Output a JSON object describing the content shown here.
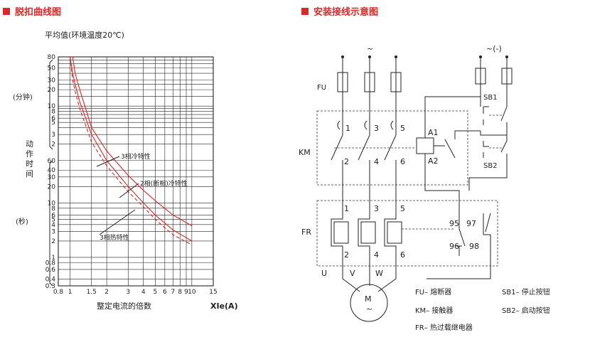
{
  "left": {
    "title": "脱扣曲线图",
    "subtitle": "平均值(环境温度20℃)",
    "unit_min": "(分钟)",
    "unit_sec": "(秒)",
    "ylabel_chars": [
      "动",
      "作",
      "时",
      "间"
    ],
    "xlabel": "整定电流的倍数",
    "xunit": "XIe(A)",
    "curve_labels": {
      "cold3": "3相冷特性",
      "cold2": "2相(断相)冷特性",
      "hot3": "3相热特性"
    }
  },
  "right": {
    "title": "安装接线示意图",
    "ac": "~",
    "dc": "~(-)",
    "labels": {
      "fu": "FU",
      "km": "KM",
      "fr": "FR",
      "sb1": "SB1",
      "sb2": "SB2",
      "a1": "A1",
      "a2": "A2",
      "c95": "95",
      "c96": "96",
      "c97": "97",
      "c98": "98",
      "u": "U",
      "v": "V",
      "w": "W",
      "motor": "M",
      "motor_tilde": "~"
    },
    "terminals_top": [
      "1",
      "3",
      "5"
    ],
    "terminals_bottom": [
      "2",
      "4",
      "6"
    ],
    "legend": {
      "fu": "FU– 熔断器",
      "km": "KM– 接触器",
      "fr": "FR– 热过载继电器",
      "sb1": "SB1– 停止按钮",
      "sb2": "SB2– 启动按钮"
    }
  },
  "chart_data": {
    "type": "line",
    "x_ticks": [
      "0.8",
      "1",
      "1.5",
      "2",
      "3",
      "4",
      "5",
      "6",
      "7",
      "8",
      "9",
      "10",
      "15"
    ],
    "x_values": [
      0.8,
      1,
      1.5,
      2,
      3,
      4,
      5,
      6,
      7,
      8,
      9,
      10,
      15
    ],
    "y_ticks_min": [
      "80",
      "50",
      "30",
      "20",
      "10",
      "8",
      "6",
      "5",
      "3",
      "2"
    ],
    "y_values_min": [
      80,
      50,
      30,
      20,
      10,
      8,
      6,
      5,
      3,
      2
    ],
    "y_ticks_sec": [
      "60",
      "40",
      "30",
      "20",
      "10",
      "8",
      "6",
      "5",
      "4",
      "3",
      "2",
      "1",
      "0.8",
      "0.6",
      "0.4",
      "0.3"
    ],
    "y_values_sec": [
      60,
      40,
      30,
      20,
      10,
      8,
      6,
      5,
      4,
      3,
      2,
      1,
      0.8,
      0.6,
      0.4,
      0.3
    ],
    "series": [
      {
        "name": "3相冷特性",
        "x": [
          1.05,
          1.1,
          1.2,
          1.5,
          2,
          3,
          4,
          5,
          7,
          10
        ],
        "y": [
          4800,
          2400,
          1200,
          240,
          90,
          32,
          17,
          11,
          6,
          3.8
        ]
      },
      {
        "name": "2相(断相)冷特性",
        "x": [
          1.0,
          1.05,
          1.1,
          1.2,
          1.5,
          2,
          3,
          4,
          5,
          7,
          10
        ],
        "y": [
          4800,
          2400,
          1500,
          720,
          180,
          60,
          20,
          10,
          6,
          3.2,
          2.0
        ]
      },
      {
        "name": "3相热特性",
        "x": [
          1.0,
          1.05,
          1.1,
          1.2,
          1.5,
          2,
          3,
          4,
          5,
          7,
          10
        ],
        "y": [
          4800,
          1800,
          1100,
          540,
          130,
          48,
          16,
          8.5,
          5,
          2.6,
          1.7
        ]
      }
    ]
  }
}
